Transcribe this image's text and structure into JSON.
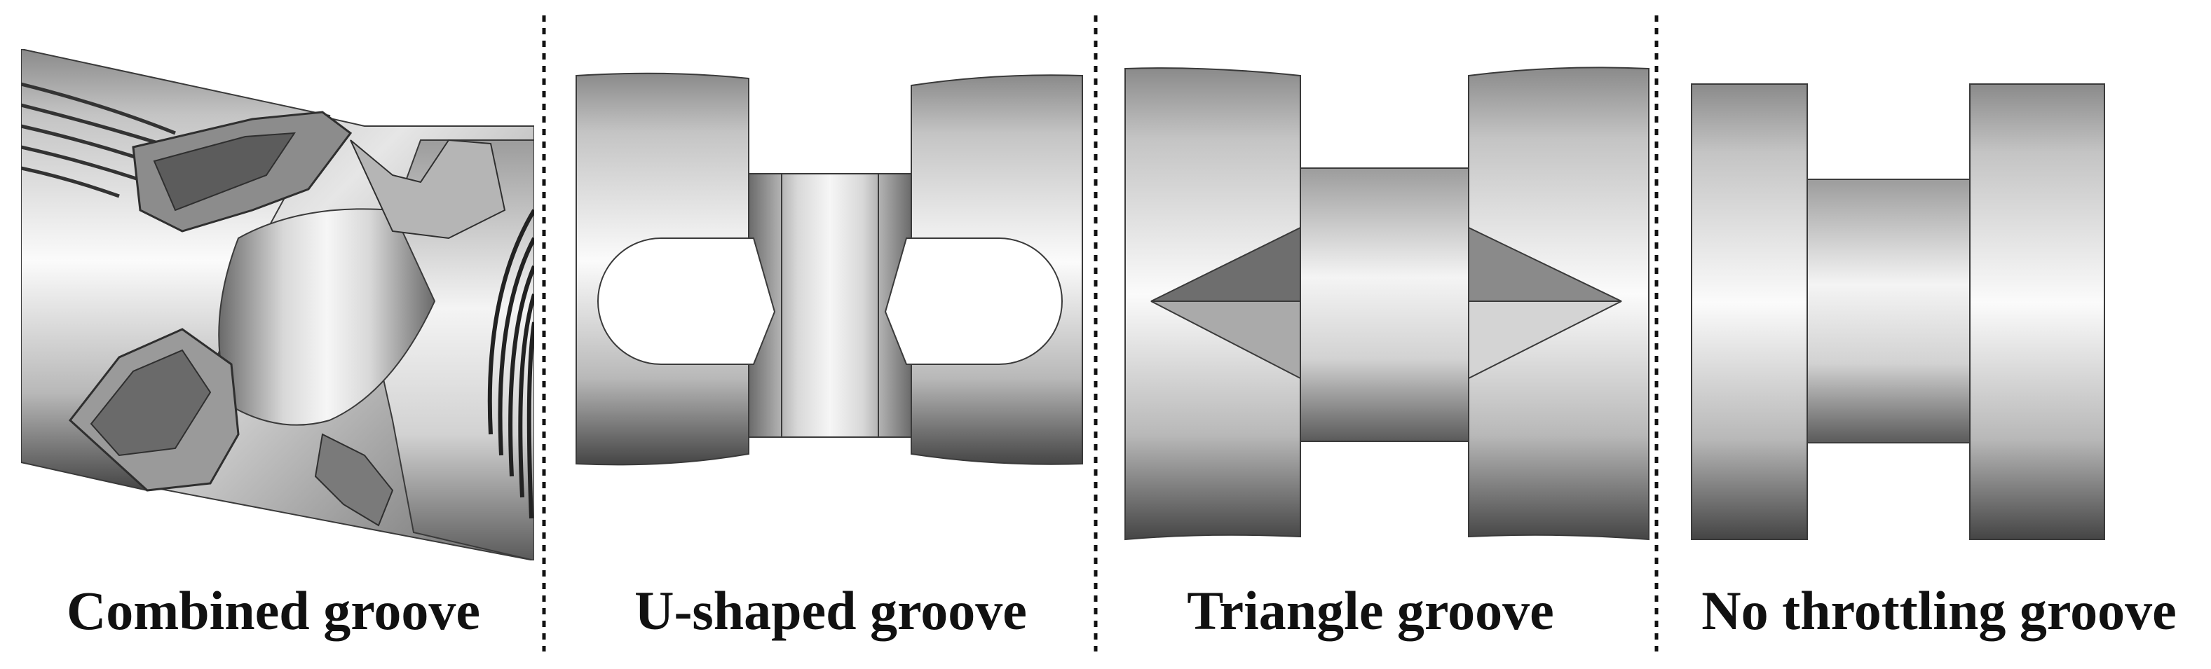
{
  "panels": [
    {
      "label": "Combined groove"
    },
    {
      "label": "U-shaped groove"
    },
    {
      "label": "Triangle groove"
    },
    {
      "label": "No throttling groove"
    }
  ],
  "colors": {
    "outline": "#3a3a3a",
    "divider": "#111111",
    "text": "#111111",
    "metal_light": "#fafafa",
    "metal_mid": "#c8c8c8",
    "metal_dark": "#555555"
  }
}
